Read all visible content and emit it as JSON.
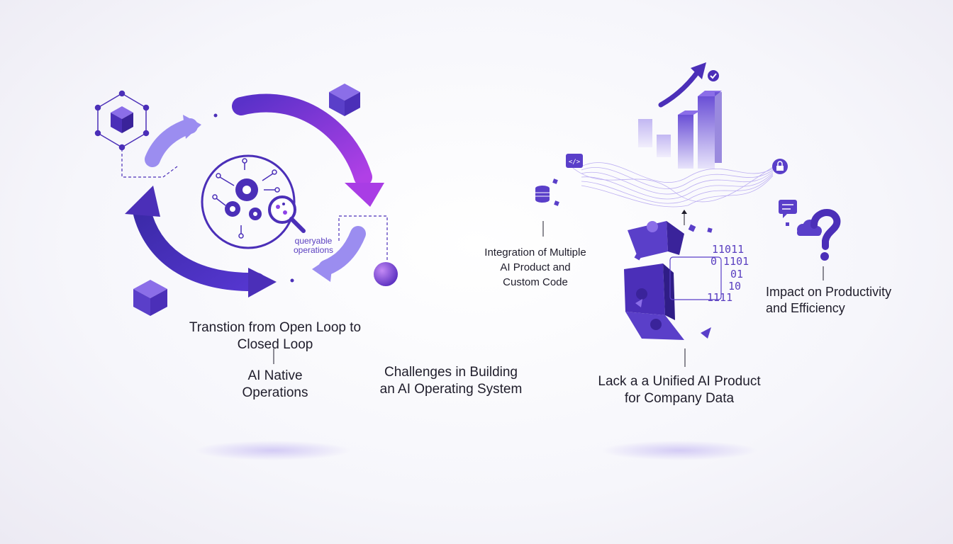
{
  "labels": {
    "transition": "Transtion from Open Loop to\nClosed Loop",
    "ai_native": "AI Native\nOperations",
    "queryable": "queryable\noperations",
    "challenges": "Challenges in Building\nan AI Operating System",
    "integration": "Integration of Multiple\nAI Product and\nCustom Code",
    "lack_unified": "Lack a a Unified AI Product\nfor Company Data",
    "impact": "Impact on Productivity\nand Efficiency"
  },
  "binary": [
    "11011",
    "0 1101",
    "01",
    "10",
    "1111"
  ],
  "icons": [
    "cube-icon",
    "hexagon-network-icon",
    "gears-icon",
    "magnifier-icon",
    "sphere-icon",
    "bar-chart-icon",
    "trend-arrow-icon",
    "check-badge-icon",
    "code-icon",
    "database-icon",
    "lock-icon",
    "puzzle-icon",
    "chat-bubble-icon",
    "cloud-icon",
    "question-mark-icon"
  ],
  "colors": {
    "primary": "#4b2fb8",
    "accent": "#8e44e8",
    "light": "#9b8df0",
    "text": "#1f1d2b"
  }
}
